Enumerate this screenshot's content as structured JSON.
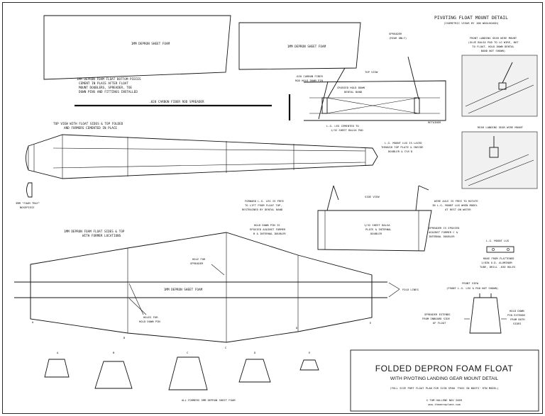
{
  "sheets": {
    "sheet_left": "1MM DEPRON SHEET FOAM",
    "sheet_right": "1MM DEPRON SHEET FOAM"
  },
  "notes": {
    "bottom_pieces": [
      "1MM DEPRON FOAM FLOAT BOTTOM PIECES",
      "CEMENT IN PLACE AFTER FLOAT",
      "MOUNT DOUBLERS, SPREADER, TOE",
      "DOWN PINS AND FITTINGS INSTALLED"
    ],
    "rod_spreader": ".020 CARBON FIBER ROD SPREADER",
    "top_view_float": [
      "TOP VIEW WITH FLOAT SIDES & TOP FOLDED",
      "AND FORMERS CEMENTED IN PLACE"
    ],
    "nosepiece": [
      "3MM \"FOAM TRAY\"",
      "NOSEPIECE"
    ],
    "sides_top": [
      "1MM DEPRON FOAM FLOAT SIDES & TOP",
      "WITH FORMER LOCATIONS"
    ],
    "center_sheet": "1MM DEPRON SHEET FOAM",
    "hole_spreader": [
      "HOLE FOR",
      "SPREADER"
    ],
    "holes_pin": [
      "HOLES FOR",
      "HOLD DOWN PIN"
    ],
    "fold_lines": "FOLD LINES",
    "formers_note": "ALL FORMERS 3MM DEPRON SHEET FOAM"
  },
  "station_labels": [
    "A",
    "B",
    "C",
    "D",
    "E"
  ],
  "former_labels": [
    "A",
    "B",
    "C",
    "D",
    "E"
  ],
  "detail": {
    "title": "PIVOTING FLOAT MOUNT DETAIL",
    "subtitle": "(ISOMETRIC VIEWS BY JON WOOLHOUGH)",
    "spreader_rear": [
      "SPREADER",
      "(REAR ONLY)"
    ],
    "top_view": "TOP VIEW",
    "carbon_pin": [
      ".020 CARBON FIBER",
      "ROD HOLD DOWN PIN"
    ],
    "crossed_hold": [
      "CROSSED HOLD DOWN",
      "DENTAL BAND"
    ],
    "lg_leg": [
      "L.G. LEG CEMENTED TO",
      "1/32 SHEET BALSA PAD"
    ],
    "retainer": "RETAINER",
    "mount_lug_laced": [
      "L.G. MOUNT LUG IS LACED",
      "THROUGH TOP PLATE & INSIDE",
      "DOUBLER & CYA'D"
    ],
    "front_wire": [
      "FRONT LANDING GEAR WIRE MOUNT",
      "(GLUE BALSA PAD TO LG WIRE, NOT",
      "TO FLOAT.  HOLD DOWN DENTAL",
      "BAND NOT SHOWN)"
    ],
    "rear_wire": "REAR LANDING GEAR WIRE MOUNT",
    "side_view": "SIDE VIEW",
    "forward_leg": [
      "FORWARD L.G. LEG IS FREE",
      "TO LIFT FROM FLOAT TOP,",
      "RESTRAINED BY DENTAL BAND"
    ],
    "wire_axle": [
      "WIRE AXLE IS FREE TO ROTATE",
      "IN L.G. MOUNT LUG WHEN MODEL",
      "AT REST ON WATER"
    ],
    "hold_pin_epoxied": [
      "HOLD DOWN PIN IS",
      "EPOXIED AGAINST FORMER",
      "B & INTERNAL DOUBLER"
    ],
    "balsa_plate": [
      "1/32 SHEET BALSA",
      "PLATE & INTERNAL",
      "DOUBLER"
    ],
    "spreader_epoxied": [
      "SPREADER IS EPOXIED",
      "AGAINST FORMER C &",
      "INTERNAL DOUBLER"
    ],
    "mount_lug": "L.G. MOUNT LUG",
    "lug_made": [
      "MAKE FROM FLATTENED",
      "1/8IN O.D. ALUMINUM",
      "TUBE, DRILL .030 HOLES"
    ],
    "front_view": "FRONT VIEW",
    "front_view_note": "(FRONT L.G. LEG & PAD NOT SHOWN)",
    "spreader_extends": [
      "SPREADER EXTENDS",
      "FROM INBOARD SIDE",
      "OF FLOAT"
    ],
    "pin_extends": [
      "HOLD DOWN",
      "PIN EXTENDS",
      "FROM BOTH",
      "SIDES"
    ]
  },
  "title_block": {
    "title": "FOLDED DEPRON FOAM FLOAT",
    "subtitle": "WITH PIVOTING LANDING GEAR MOUNT DETAIL",
    "scale_note": "(FULL SIZE PORT FLOAT PLAN FOR 32IN SPAN 'PUSS IN BOOTS' RTW MODEL)",
    "author": "© TOM HALLENE   NOV 2009",
    "website": "www.theaeroplane.com"
  }
}
